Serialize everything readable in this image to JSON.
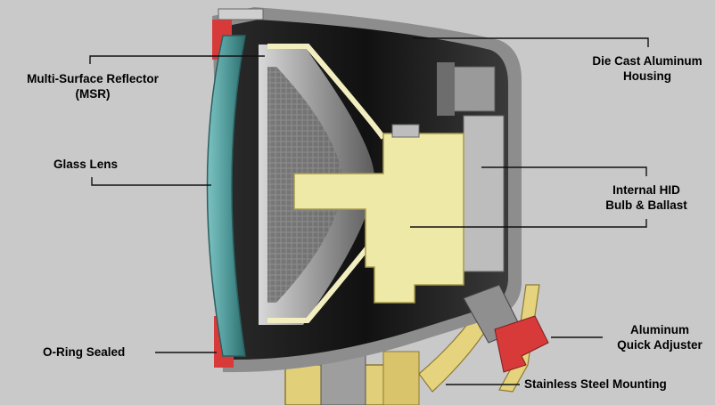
{
  "labels": {
    "msr": {
      "line1": "Multi-Surface Reflector",
      "line2": "(MSR)"
    },
    "lens": {
      "line1": "Glass Lens"
    },
    "oring": {
      "line1": "O-Ring Sealed"
    },
    "housing": {
      "line1": "Die Cast Aluminum",
      "line2": "Housing"
    },
    "hid": {
      "line1": "Internal HID",
      "line2": "Bulb & Ballast"
    },
    "adjuster": {
      "line1": "Aluminum",
      "line2": "Quick Adjuster"
    },
    "mounting": {
      "line1": "Stainless Steel Mounting"
    }
  },
  "colors": {
    "background": "#c9c9c9",
    "housing": "#1a1a1a",
    "housing_rim": "#8d8d8d",
    "lens": "#5aa3a3",
    "bulb_body": "#efe9a8",
    "seal_red": "#d83a3a",
    "leader_line": "#111111"
  }
}
